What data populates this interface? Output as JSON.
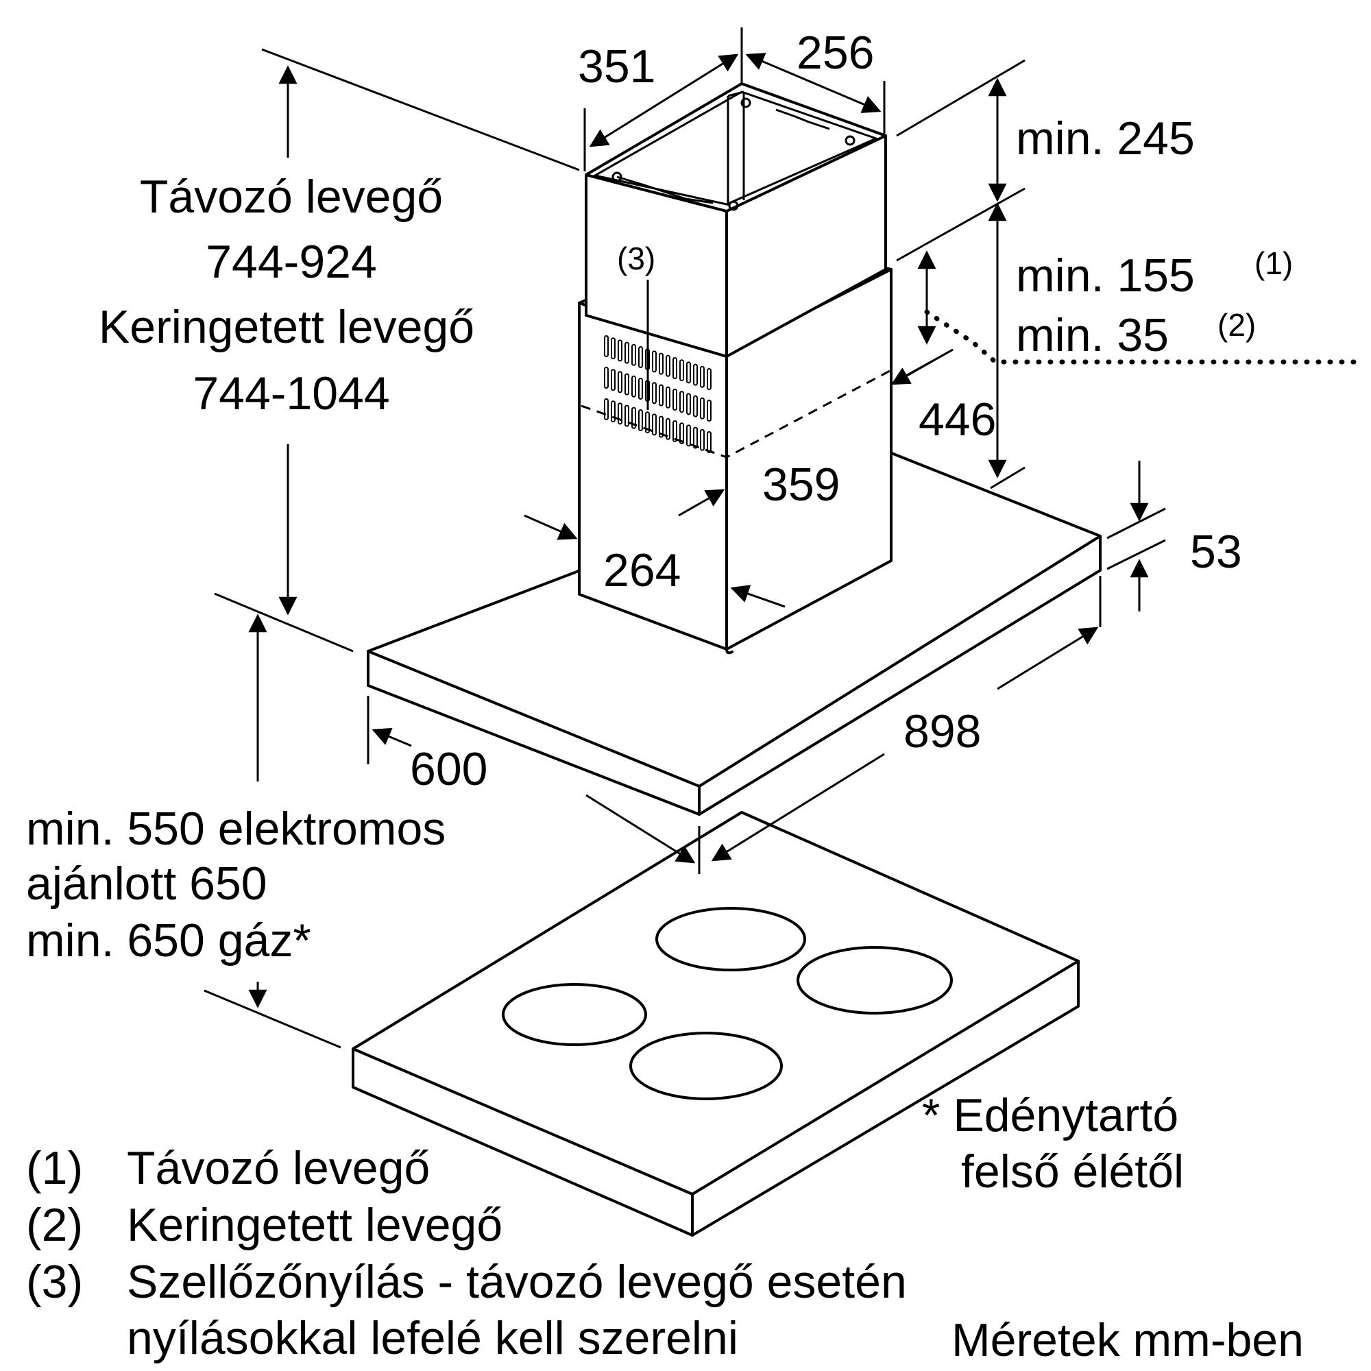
{
  "dimensions": {
    "top_width": "351",
    "top_depth": "256",
    "min_245": "min. 245",
    "min_155": "min. 155",
    "min_155_note": "(1)",
    "min_35": "min. 35",
    "min_35_note": "(2)",
    "d446": "446",
    "d359": "359",
    "d264": "264",
    "d53": "53",
    "d898": "898",
    "d600": "600",
    "vent_marker": "(3)"
  },
  "height_range": {
    "line1": "Távozó levegő",
    "line2": "744-924",
    "line3": "Keringetett levegő",
    "line4": "744-1044"
  },
  "clearance": {
    "line1": "min. 550 elektromos",
    "line2": "ajánlott 650",
    "line3": "min. 650 gáz*"
  },
  "footnote_star": {
    "line1": "* Edénytartó",
    "line2": "felső élétől"
  },
  "legend": [
    {
      "num": "(1)",
      "text": "Távozó levegő"
    },
    {
      "num": "(2)",
      "text": "Keringetett levegő"
    },
    {
      "num": "(3)",
      "text": "Szellőzőnyílás - távozó levegő esetén"
    },
    {
      "num": "",
      "text": "nyílásokkal lefelé kell szerelni"
    }
  ],
  "units_note": "Méretek mm-ben"
}
